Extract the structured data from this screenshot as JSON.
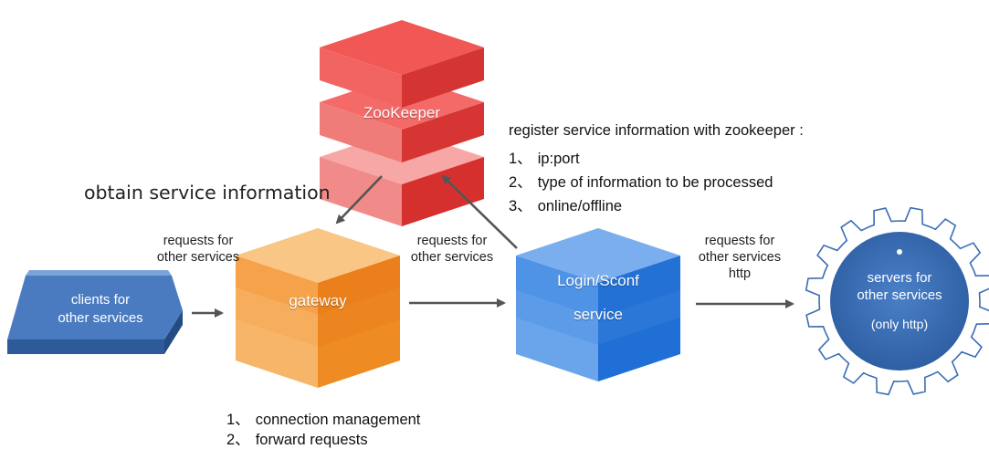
{
  "colors": {
    "zookeeper": "#e8413f",
    "gateway": "#f39a3c",
    "login": "#3f8be0",
    "clients": "#3f6fb4",
    "servers": "#3a6db3",
    "arrow": "#555555"
  },
  "nodes": {
    "zookeeper": {
      "label": "ZooKeeper"
    },
    "gateway": {
      "label": "gateway"
    },
    "login": {
      "label_line1": "Login/Sconf",
      "label_line2": "service"
    },
    "clients": {
      "label_line1": "clients for",
      "label_line2": "other services"
    },
    "servers": {
      "label_line1": "servers for",
      "label_line2": "other services",
      "label_line3": "(only http)"
    }
  },
  "labels": {
    "obtain": "obtain service information",
    "req_left_1": "requests for",
    "req_left_2": "other services",
    "req_mid_1": "requests for",
    "req_mid_2": "other services",
    "req_right_1": "requests for",
    "req_right_2": "other services",
    "req_right_3": "http"
  },
  "register": {
    "title": "register service information with zookeeper :",
    "items": [
      {
        "num": "1、",
        "text": "ip:port"
      },
      {
        "num": "2、",
        "text": "type of information to be processed"
      },
      {
        "num": "3、",
        "text": "online/offline"
      }
    ]
  },
  "gateway_notes": [
    {
      "num": "1、",
      "text": "connection management"
    },
    {
      "num": "2、",
      "text": "forward requests"
    }
  ]
}
